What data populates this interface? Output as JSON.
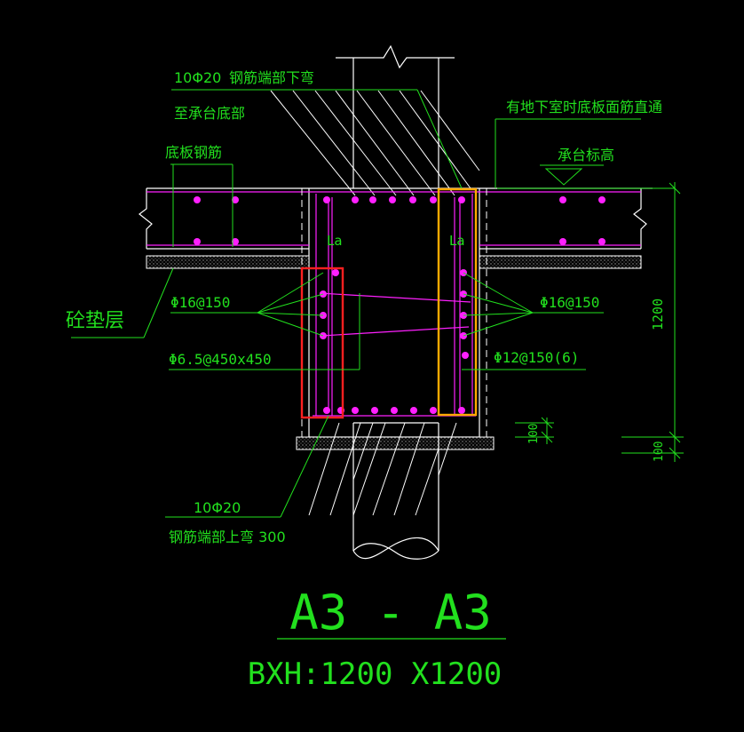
{
  "colors": {
    "background": "#000000",
    "annotation_green": "#22e01e",
    "structure_white": "#ffffff",
    "rebar_magenta": "#ff20ff",
    "highlight_red": "#ff2020",
    "highlight_orange": "#ffaa00",
    "hatch_grey": "#a0a0a0"
  },
  "labels": {
    "top_bars_count": "10Φ20",
    "top_bars_note": "钢筋端部下弯",
    "top_bars_note2": "至承台底部",
    "slab_rebar": "底板钢筋",
    "basement_note": "有地下室时底板面筋直通",
    "cap_elevation": "承台标高",
    "la_left": "La",
    "la_right": "La",
    "cushion_layer": "砼垫层",
    "side_bars_left": "Φ16@150",
    "side_bars_right": "Φ16@150",
    "tie_bars": "Φ6.5@450x450",
    "stirrups": "Φ12@150(6)",
    "bottom_bars_count": "10Φ20",
    "bottom_bars_note": "钢筋端部上弯 300",
    "dim_height": "1200",
    "dim_100_a": "100",
    "dim_100_b": "100",
    "section_title": "A3 - A3",
    "section_size": "BXH:1200 X1200"
  }
}
